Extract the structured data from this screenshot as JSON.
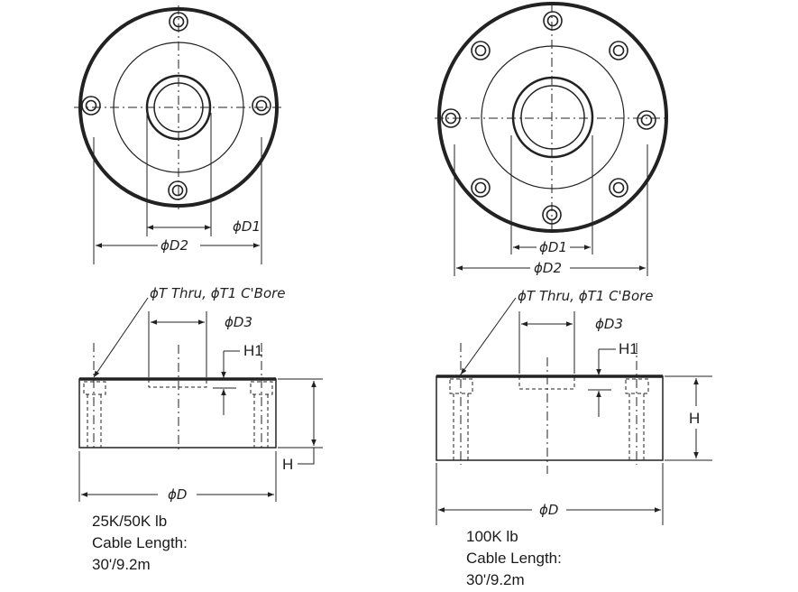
{
  "left_view": {
    "label_D1": "ϕD1",
    "label_D2": "ϕD2",
    "label_thru": "ϕT Thru, ϕT1 C'Bore",
    "label_D3": "ϕD3",
    "label_H1": "H1",
    "label_H": "H",
    "label_D": "ϕD",
    "caption": {
      "model": "25K/50K lb",
      "cable_label": "Cable Length:",
      "cable_value": "30'/9.2m"
    }
  },
  "right_view": {
    "label_D1": "ϕD1",
    "label_D2": "ϕD2",
    "label_thru": "ϕT Thru, ϕT1 C'Bore",
    "label_D3": "ϕD3",
    "label_H1": "H1",
    "label_H": "H",
    "label_D": "ϕD",
    "caption": {
      "model": "100K lb",
      "cable_label": "Cable Length:",
      "cable_value": "30'/9.2m"
    }
  },
  "colors": {
    "line": "#222222",
    "background": "#ffffff"
  }
}
